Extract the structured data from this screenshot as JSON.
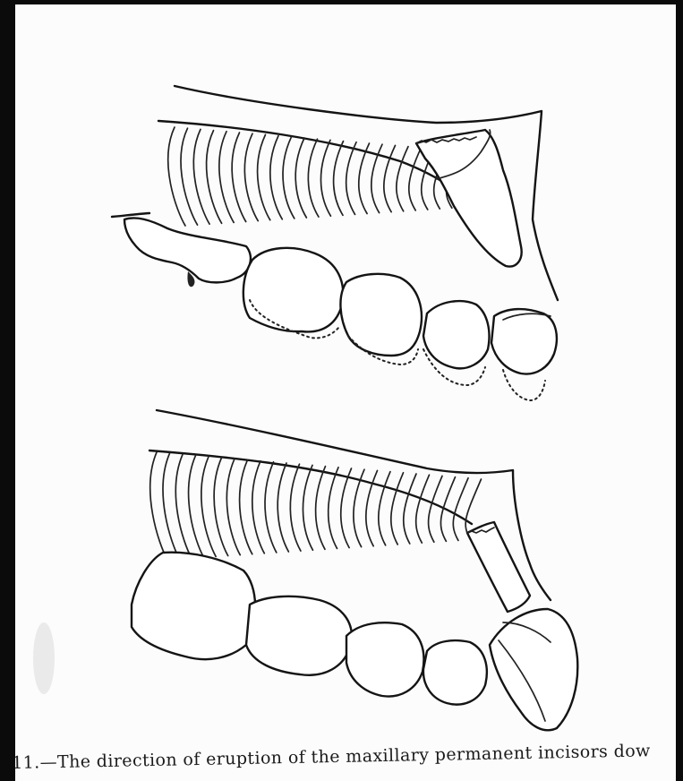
{
  "caption": {
    "text": "11.—The direction of eruption of the maxillary permanent incisors dow"
  },
  "figure": {
    "panels": [
      "upper-maxilla-drawing",
      "lower-maxilla-drawing"
    ],
    "colors": {
      "ink": "#141414",
      "paper": "#fcfcfc",
      "border": "#0b0b0b"
    }
  }
}
